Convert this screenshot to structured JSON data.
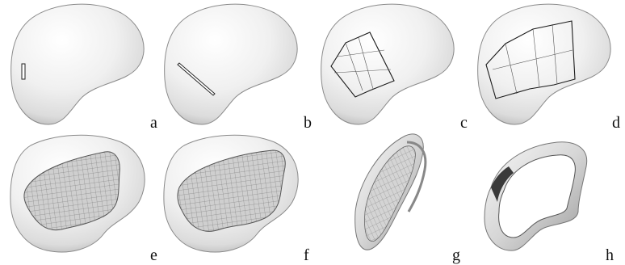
{
  "figure": {
    "panels": [
      {
        "label": "a"
      },
      {
        "label": "b"
      },
      {
        "label": "c"
      },
      {
        "label": "d"
      },
      {
        "label": "e"
      },
      {
        "label": "f"
      },
      {
        "label": "g"
      },
      {
        "label": "h"
      }
    ]
  },
  "colors": {
    "surface_light": "#fbfbfb",
    "surface_mid": "#e6e6e6",
    "surface_dark": "#bdbdbd",
    "outline": "#1a1a1a",
    "mesh_fill": "#cfcfcf",
    "mesh_line": "#6e6e6e"
  }
}
